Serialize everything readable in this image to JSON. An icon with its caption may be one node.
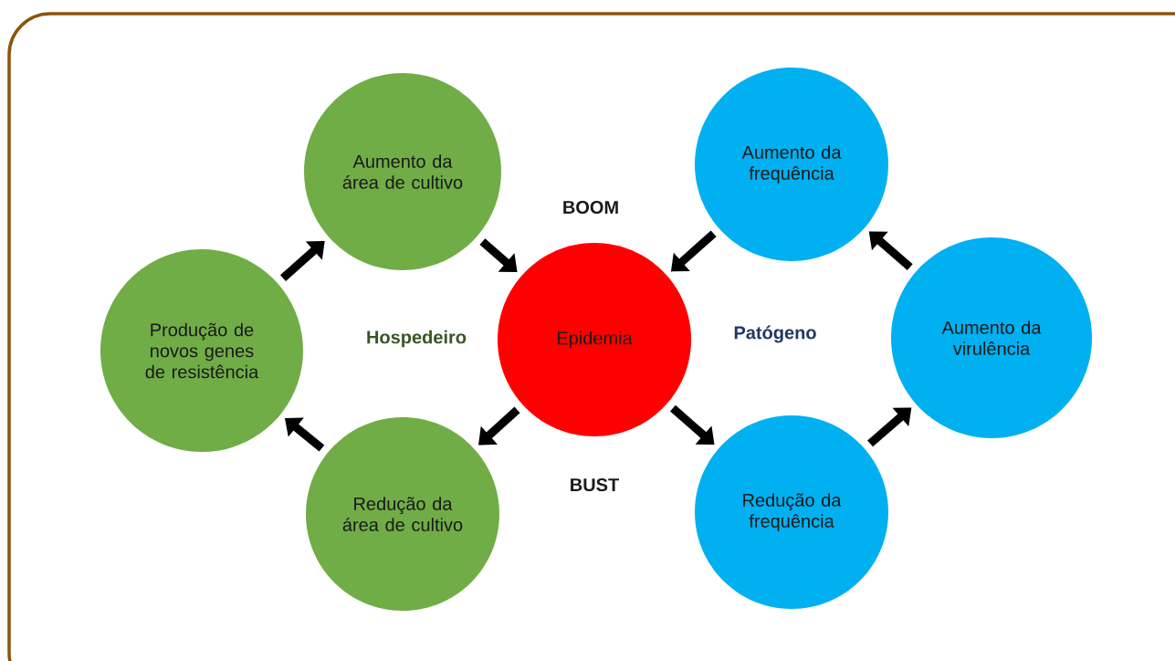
{
  "diagram": {
    "nodes": [
      {
        "text": [
          "Epidemia"
        ]
      },
      {
        "text": [
          "Aumento da área de cultivo"
        ]
      },
      {
        "text": [
          "Produção de novos genes de resistência"
        ]
      },
      {
        "text": [
          "Redução da área de cultivo"
        ]
      },
      {
        "text": [
          "Aumento da frequência"
        ]
      },
      {
        "text": [
          "Aumento da virulência"
        ]
      },
      {
        "text": [
          "Redução da frequência"
        ]
      }
    ],
    "edges": [
      {
        "from": 1,
        "to": 0,
        "arrow": "to"
      },
      {
        "from": 0,
        "to": 3,
        "arrow": "to"
      },
      {
        "from": 3,
        "to": 2,
        "arrow": "to"
      },
      {
        "from": 2,
        "to": 1,
        "arrow": "to"
      },
      {
        "from": 4,
        "to": 0,
        "arrow": "to"
      },
      {
        "from": 0,
        "to": 6,
        "arrow": "to"
      },
      {
        "from": 6,
        "to": 5,
        "arrow": "to"
      },
      {
        "from": 5,
        "to": 4,
        "arrow": "to"
      }
    ],
    "labels": [
      "BOOM",
      "Hospedeiro",
      "Patógeno",
      "BUST"
    ]
  }
}
